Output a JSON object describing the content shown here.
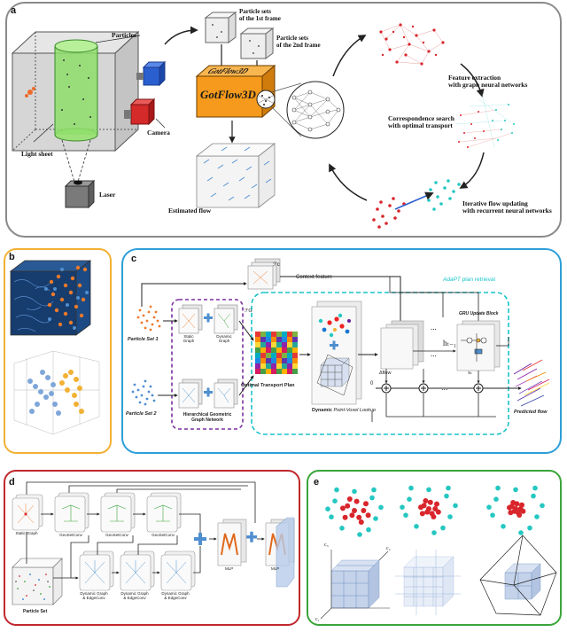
{
  "colors": {
    "panel_a": "#8a8a8a",
    "panel_b": "#f2b134",
    "panel_c": "#2e9fd9",
    "panel_d": "#c0282d",
    "panel_e": "#3aa53a",
    "adapt_box": "#19c3c8",
    "hgg_box": "#7b2fa0",
    "particle_red": "#d8262c",
    "particle_cyan": "#25c7c1",
    "particle_orange": "#ee7a2b",
    "particle_blue": "#4f8fd0",
    "gotflow": "#f59a1c"
  },
  "panel_a": {
    "label": "a",
    "particles": "Particles",
    "laser_text": "Laser",
    "camera": "Camera",
    "light_sheet": "Light sheet",
    "particle_set_1": "Particle sets\nof the 1st frame",
    "particle_set_2": "Particle sets\nof the 2nd frame",
    "gotflow_front": "GotFlow3D",
    "gotflow_back": "GotFlow3D",
    "estimated_flow": "Estimated flow",
    "feature_extraction": "Feature extraction\nwith graph neural networks",
    "correspondence": "Correspondence search\nwith optimal transport",
    "iterative": "Iterative flow updating\nwith recurrent neural networks"
  },
  "panel_b": {
    "label": "b"
  },
  "panel_c": {
    "label": "c",
    "fc": "ℱc",
    "fg": "ℱG",
    "context_feature": "Context feature",
    "adapt_prefix": "AdaPT",
    "adapt_suffix": " plan retrieval",
    "particle_set_1": "Particle Set 1",
    "particle_set_2": "Particle Set 2",
    "static_graph": "Static\nGraph",
    "dynamic_graph": "Dynamic\nGraph",
    "hgg": "Hierarchical Geometric\nGraph Network",
    "ot_plan": "Optimal Transport Plan",
    "dynamic_lookup_a": "Dynamic",
    "dynamic_lookup_b": "Point-Voxel Lookup",
    "gru": "GRU Update Block",
    "h_t": "hₜ₋₁",
    "x_t": "xₜ",
    "delta_flow": "Δflow",
    "zero": "0",
    "ellipsis": "...",
    "predicted_flow": "Predicted flow"
  },
  "panel_d": {
    "label": "d",
    "static_graph": "Static Graph",
    "geoset1": "GeoSetConv",
    "geoset2": "GeoSetConv",
    "geoset3": "GeoSetConv",
    "dyn1": "Dynamic Graph\n& EdgeConv",
    "dyn2": "Dynamic Graph\n& EdgeConv",
    "dyn3": "Dynamic Graph\n& EdgeConv",
    "mlp1": "MLP",
    "mlp2": "MLP",
    "particle_set": "Particle Set"
  },
  "panel_e": {
    "label": "e",
    "axis_c1": "c₁",
    "axis_c2": "c₂",
    "axis_c3": "c₃"
  }
}
